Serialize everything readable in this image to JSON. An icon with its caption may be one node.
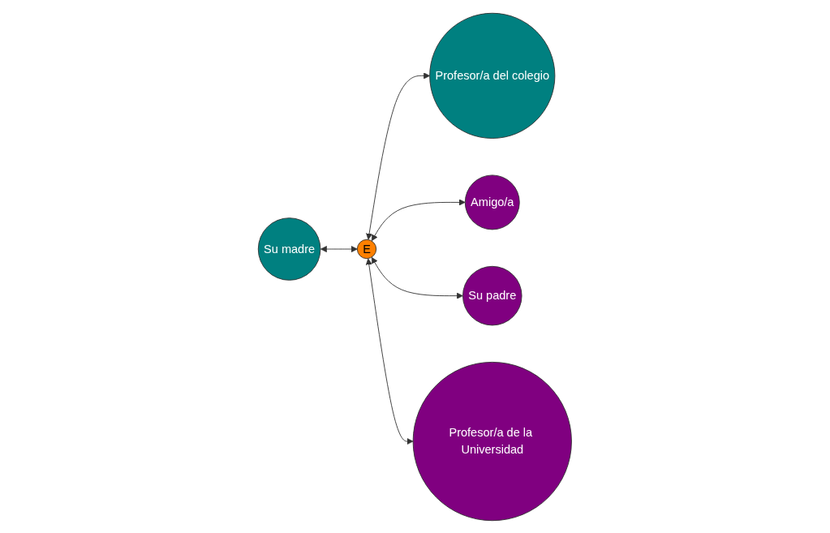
{
  "diagram": {
    "nodes": [
      {
        "text": [
          "Profesor/a del colegio"
        ]
      },
      {
        "text": [
          "Amigo/a"
        ]
      },
      {
        "text": [
          "Su madre"
        ]
      },
      {
        "text": [
          "E"
        ]
      },
      {
        "text": [
          "Su padre"
        ]
      },
      {
        "text": [
          "Profesor/a de la Universidad"
        ]
      }
    ],
    "edges": [
      {
        "from": 3,
        "to": 0,
        "arrow": "both"
      },
      {
        "from": 3,
        "to": 1,
        "arrow": "both"
      },
      {
        "from": 2,
        "to": 3,
        "arrow": "both"
      },
      {
        "from": 3,
        "to": 4,
        "arrow": "both"
      },
      {
        "from": 3,
        "to": 5,
        "arrow": "both"
      }
    ]
  }
}
